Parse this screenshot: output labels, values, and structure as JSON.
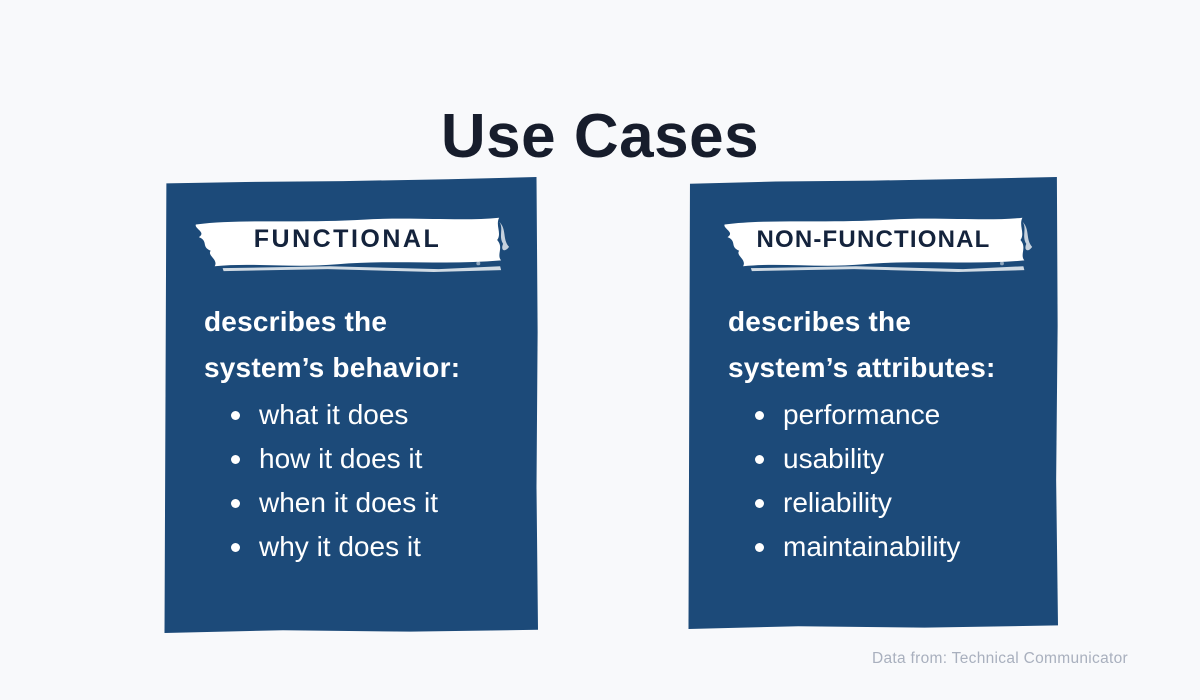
{
  "title": "Use Cases",
  "attribution": "Data from: Technical Communicator",
  "colors": {
    "page_background": "#F8F9FB",
    "card_background": "#1C4A79",
    "title_color": "#171D2C",
    "banner_background": "#FFFFFF",
    "banner_text_color": "#14233C",
    "card_text_color": "#FFFFFF",
    "attribution_color": "#A9B0BE"
  },
  "cards": [
    {
      "banner": "FUNCTIONAL",
      "lead_lines": [
        "describes the",
        "system’s behavior:"
      ],
      "bullets": [
        "what it does",
        "how it does it",
        "when it does it",
        "why it does it"
      ]
    },
    {
      "banner": "NON-FUNCTIONAL",
      "lead_lines": [
        "describes the",
        "system’s attributes:"
      ],
      "bullets": [
        "performance",
        "usability",
        "reliability",
        "maintainability"
      ]
    }
  ]
}
